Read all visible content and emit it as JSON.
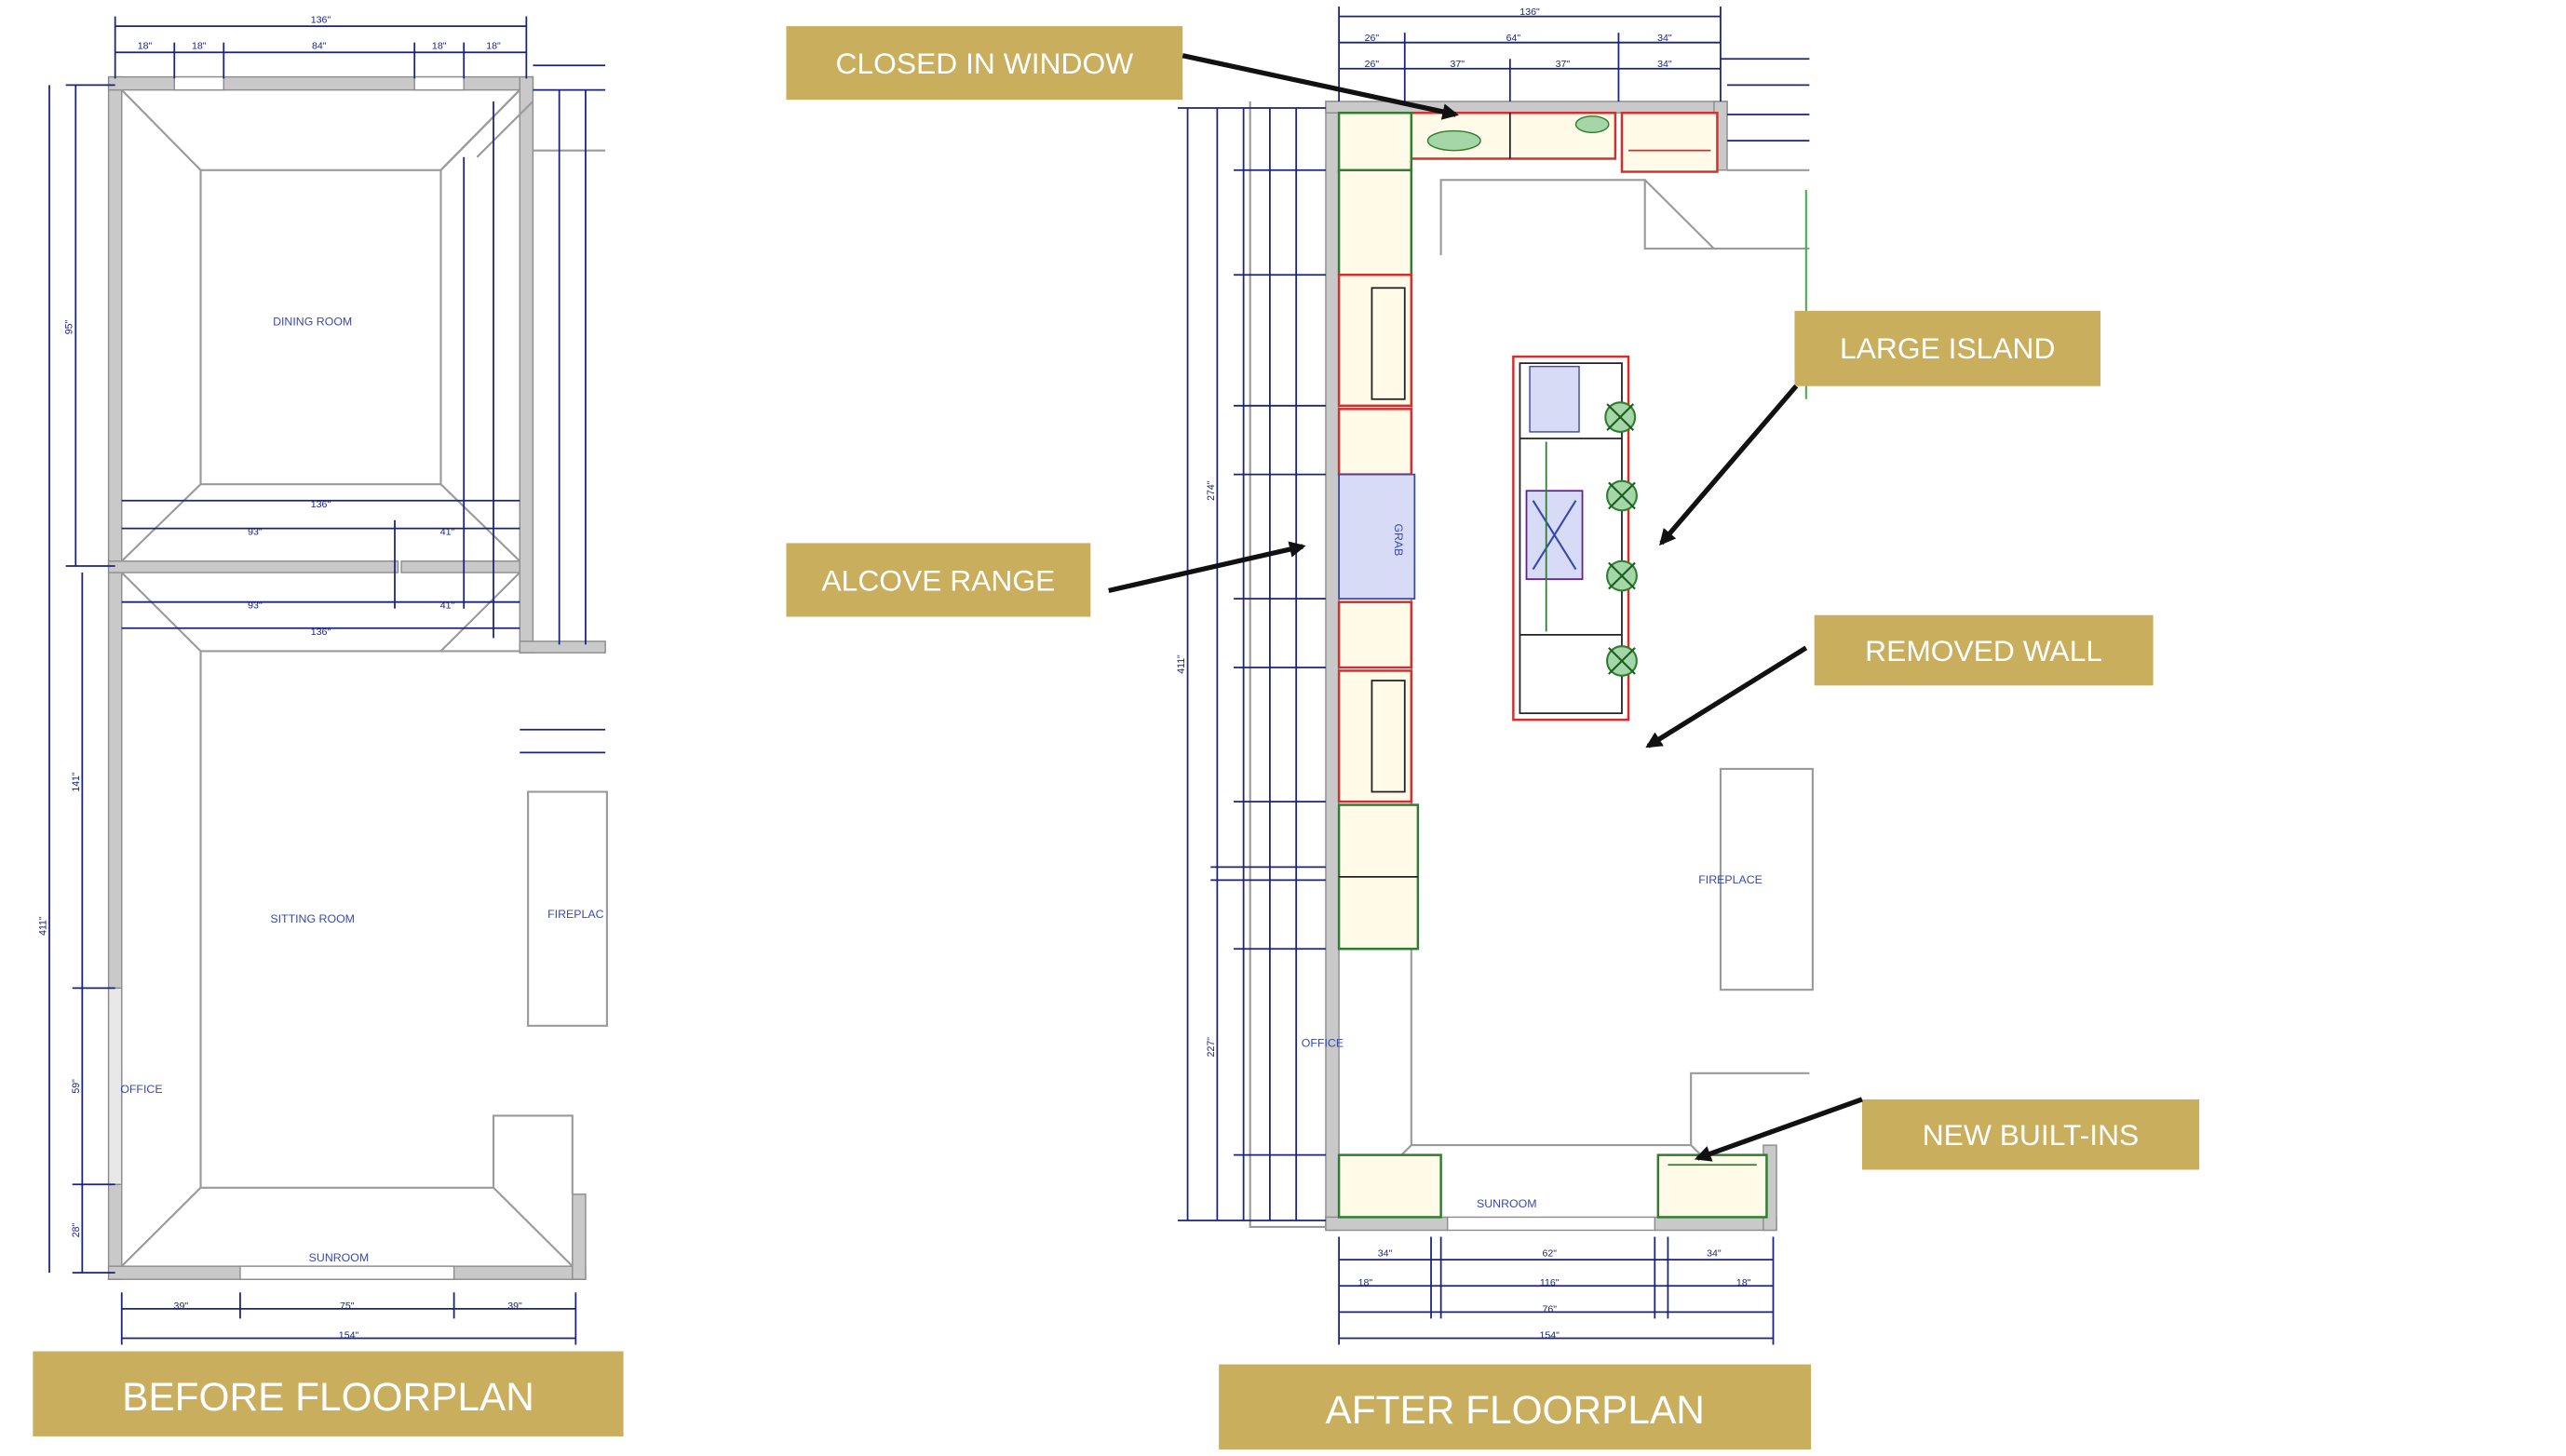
{
  "before": {
    "caption": "BEFORE FLOORPLAN",
    "rooms": {
      "dining": "DINING ROOM",
      "sitting": "SITTING ROOM",
      "office": "OFFICE",
      "sunroom": "SUNROOM",
      "fireplace": "FIREPLAC"
    },
    "dims": {
      "top_total": "136\"",
      "top_a": "18\"",
      "top_b": "18\"",
      "top_c": "84\"",
      "top_d": "18\"",
      "top_e": "18\"",
      "mid_1": "136\"",
      "mid_2": "93\"",
      "mid_3": "41\"",
      "mid_4": "93\"",
      "mid_5": "41\"",
      "mid_6": "136\"",
      "bot_a": "39\"",
      "bot_b": "75\"",
      "bot_c": "39\"",
      "bot_total": "154\"",
      "left_top": "95\"",
      "left_mid": "141\"",
      "left_office": "59\"",
      "left_bot": "28\"",
      "left_total": "411\""
    }
  },
  "after": {
    "caption": "AFTER FLOORPLAN",
    "rooms": {
      "office": "OFFICE",
      "sunroom": "SUNROOM",
      "fireplace": "FIREPLACE",
      "range": "GRAB"
    },
    "dims": {
      "top_total": "136\"",
      "top_a": "26\"",
      "top_b": "64\"",
      "top_c": "34\"",
      "top_d": "26\"",
      "top_e": "37\"",
      "top_f": "37\"",
      "top_g": "34\"",
      "bot_a": "62\"",
      "bot_b": "116\"",
      "bot_c": "76\"",
      "bot_d": "34\"",
      "bot_e": "34\"",
      "bot_f": "18\"",
      "bot_g": "18\"",
      "bot_total": "154\"",
      "left_total": "411\"",
      "left_mid": "274\"",
      "left_bot": "227\""
    }
  },
  "callouts": {
    "closed_window": "CLOSED IN WINDOW",
    "large_island": "LARGE ISLAND",
    "alcove_range": "ALCOVE RANGE",
    "removed_wall": "REMOVED WALL",
    "new_builtins": "NEW BUILT-INS"
  },
  "colors": {
    "callout_gold": "#c9ae5d",
    "dimension_blue": "#1a237e",
    "cabinet_red": "#d32f2f",
    "cabinet_green": "#2e7d32"
  }
}
